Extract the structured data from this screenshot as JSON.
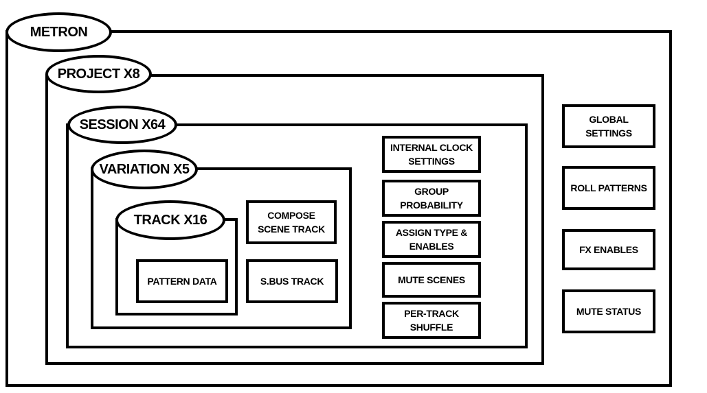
{
  "containers": {
    "metron": "METRON",
    "project": "PROJECT X8",
    "session": "SESSION X64",
    "variation": "VARIATION X5",
    "track": "TRACK X16"
  },
  "track_items": {
    "pattern_data": "PATTERN DATA"
  },
  "variation_items": {
    "compose_scene_track": "COMPOSE\nSCENE TRACK",
    "sbus_track": "S.BUS TRACK"
  },
  "session_items": {
    "internal_clock_settings": "INTERNAL CLOCK\nSETTINGS",
    "group_probability": "GROUP\nPROBABILITY",
    "assign_type_enables": "ASSIGN TYPE &\nENABLES",
    "mute_scenes": "MUTE SCENES",
    "per_track_shuffle": "PER-TRACK\nSHUFFLE"
  },
  "metron_items": {
    "global_settings": "GLOBAL\nSETTINGS",
    "roll_patterns": "ROLL PATTERNS",
    "fx_enables": "FX ENABLES",
    "mute_status": "MUTE STATUS"
  }
}
